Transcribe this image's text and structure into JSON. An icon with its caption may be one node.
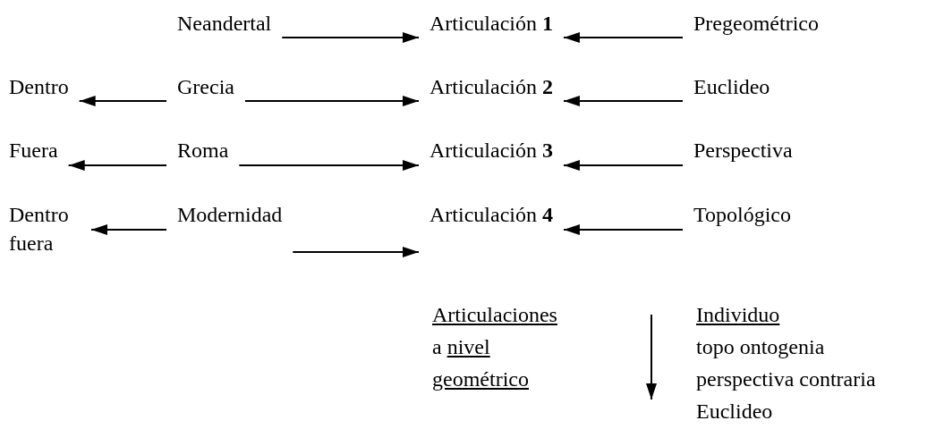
{
  "diagram": {
    "nodes": [
      {
        "text": [
          "Neandertal"
        ]
      },
      {
        "text": [
          "Articulación **1**"
        ]
      },
      {
        "text": [
          "Pregeométrico"
        ]
      },
      {
        "text": [
          "Dentro"
        ]
      },
      {
        "text": [
          "Grecia"
        ]
      },
      {
        "text": [
          "Articulación **2**"
        ]
      },
      {
        "text": [
          "Euclideo"
        ]
      },
      {
        "text": [
          "Fuera"
        ]
      },
      {
        "text": [
          "Roma"
        ]
      },
      {
        "text": [
          "Articulación **3**"
        ]
      },
      {
        "text": [
          "Perspectiva"
        ]
      },
      {
        "text": [
          "Dentro fuera"
        ]
      },
      {
        "text": [
          "Modernidad"
        ]
      },
      {
        "text": [
          "Articulación **4**"
        ]
      },
      {
        "text": [
          "Topológico"
        ]
      }
    ],
    "edges": [
      {
        "from": 0,
        "to": 1,
        "arrow": "to"
      },
      {
        "from": 2,
        "to": 1,
        "arrow": "to"
      },
      {
        "from": 4,
        "to": 3,
        "arrow": "to"
      },
      {
        "from": 4,
        "to": 5,
        "arrow": "to"
      },
      {
        "from": 6,
        "to": 5,
        "arrow": "to"
      },
      {
        "from": 8,
        "to": 7,
        "arrow": "to"
      },
      {
        "from": 8,
        "to": 9,
        "arrow": "to"
      },
      {
        "from": 10,
        "to": 9,
        "arrow": "to"
      },
      {
        "from": 12,
        "to": 11,
        "arrow": "to"
      },
      {
        "from": 12,
        "to": 13,
        "arrow": "to"
      },
      {
        "from": 14,
        "to": 13,
        "arrow": "to"
      }
    ],
    "labels": [
      "Articulaciones",
      "a nivel",
      "geométrico",
      "Individuo",
      "topo ontogenia",
      "perspectiva contraria",
      "Euclideo"
    ]
  }
}
